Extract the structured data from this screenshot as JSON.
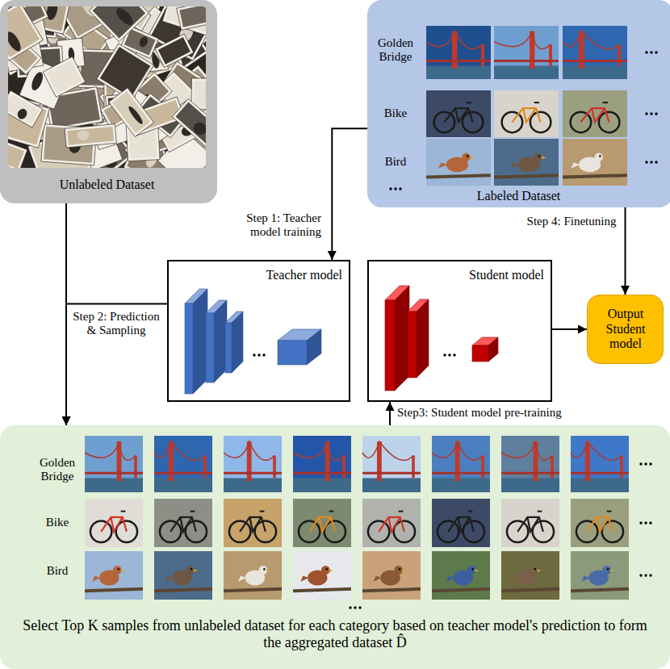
{
  "diagram": {
    "nodes": [
      {
        "text": [
          "Unlabeled Dataset"
        ]
      },
      {
        "text": [
          "Golden Bridge",
          "Bike",
          "Bird",
          "Labeled Dataset"
        ]
      },
      {
        "text": [
          "Teacher model"
        ]
      },
      {
        "text": [
          "Student model"
        ]
      },
      {
        "text": [
          "Output Student model"
        ]
      },
      {
        "text": [
          "Golden Bridge",
          "Bike",
          "Bird",
          "Select Top K samples from unlabeled dataset for each category based on teacher model's prediction to form the aggregated dataset D̂"
        ]
      }
    ],
    "edges": [
      {
        "from": 1,
        "to": 2,
        "arrow": "to",
        "label": "Step 1: Teacher model training"
      },
      {
        "from": 0,
        "to": 5,
        "arrow": "to"
      },
      {
        "from": 2,
        "to": 5,
        "arrow": "to",
        "label": "Step 2: Prediction & Sampling"
      },
      {
        "from": 5,
        "to": 3,
        "arrow": "to",
        "label": "Step3: Student model pre-training"
      },
      {
        "from": 1,
        "to": 4,
        "arrow": "to",
        "label": "Step 4: Finetuning"
      },
      {
        "from": 3,
        "to": 4,
        "arrow": "to"
      }
    ]
  }
}
